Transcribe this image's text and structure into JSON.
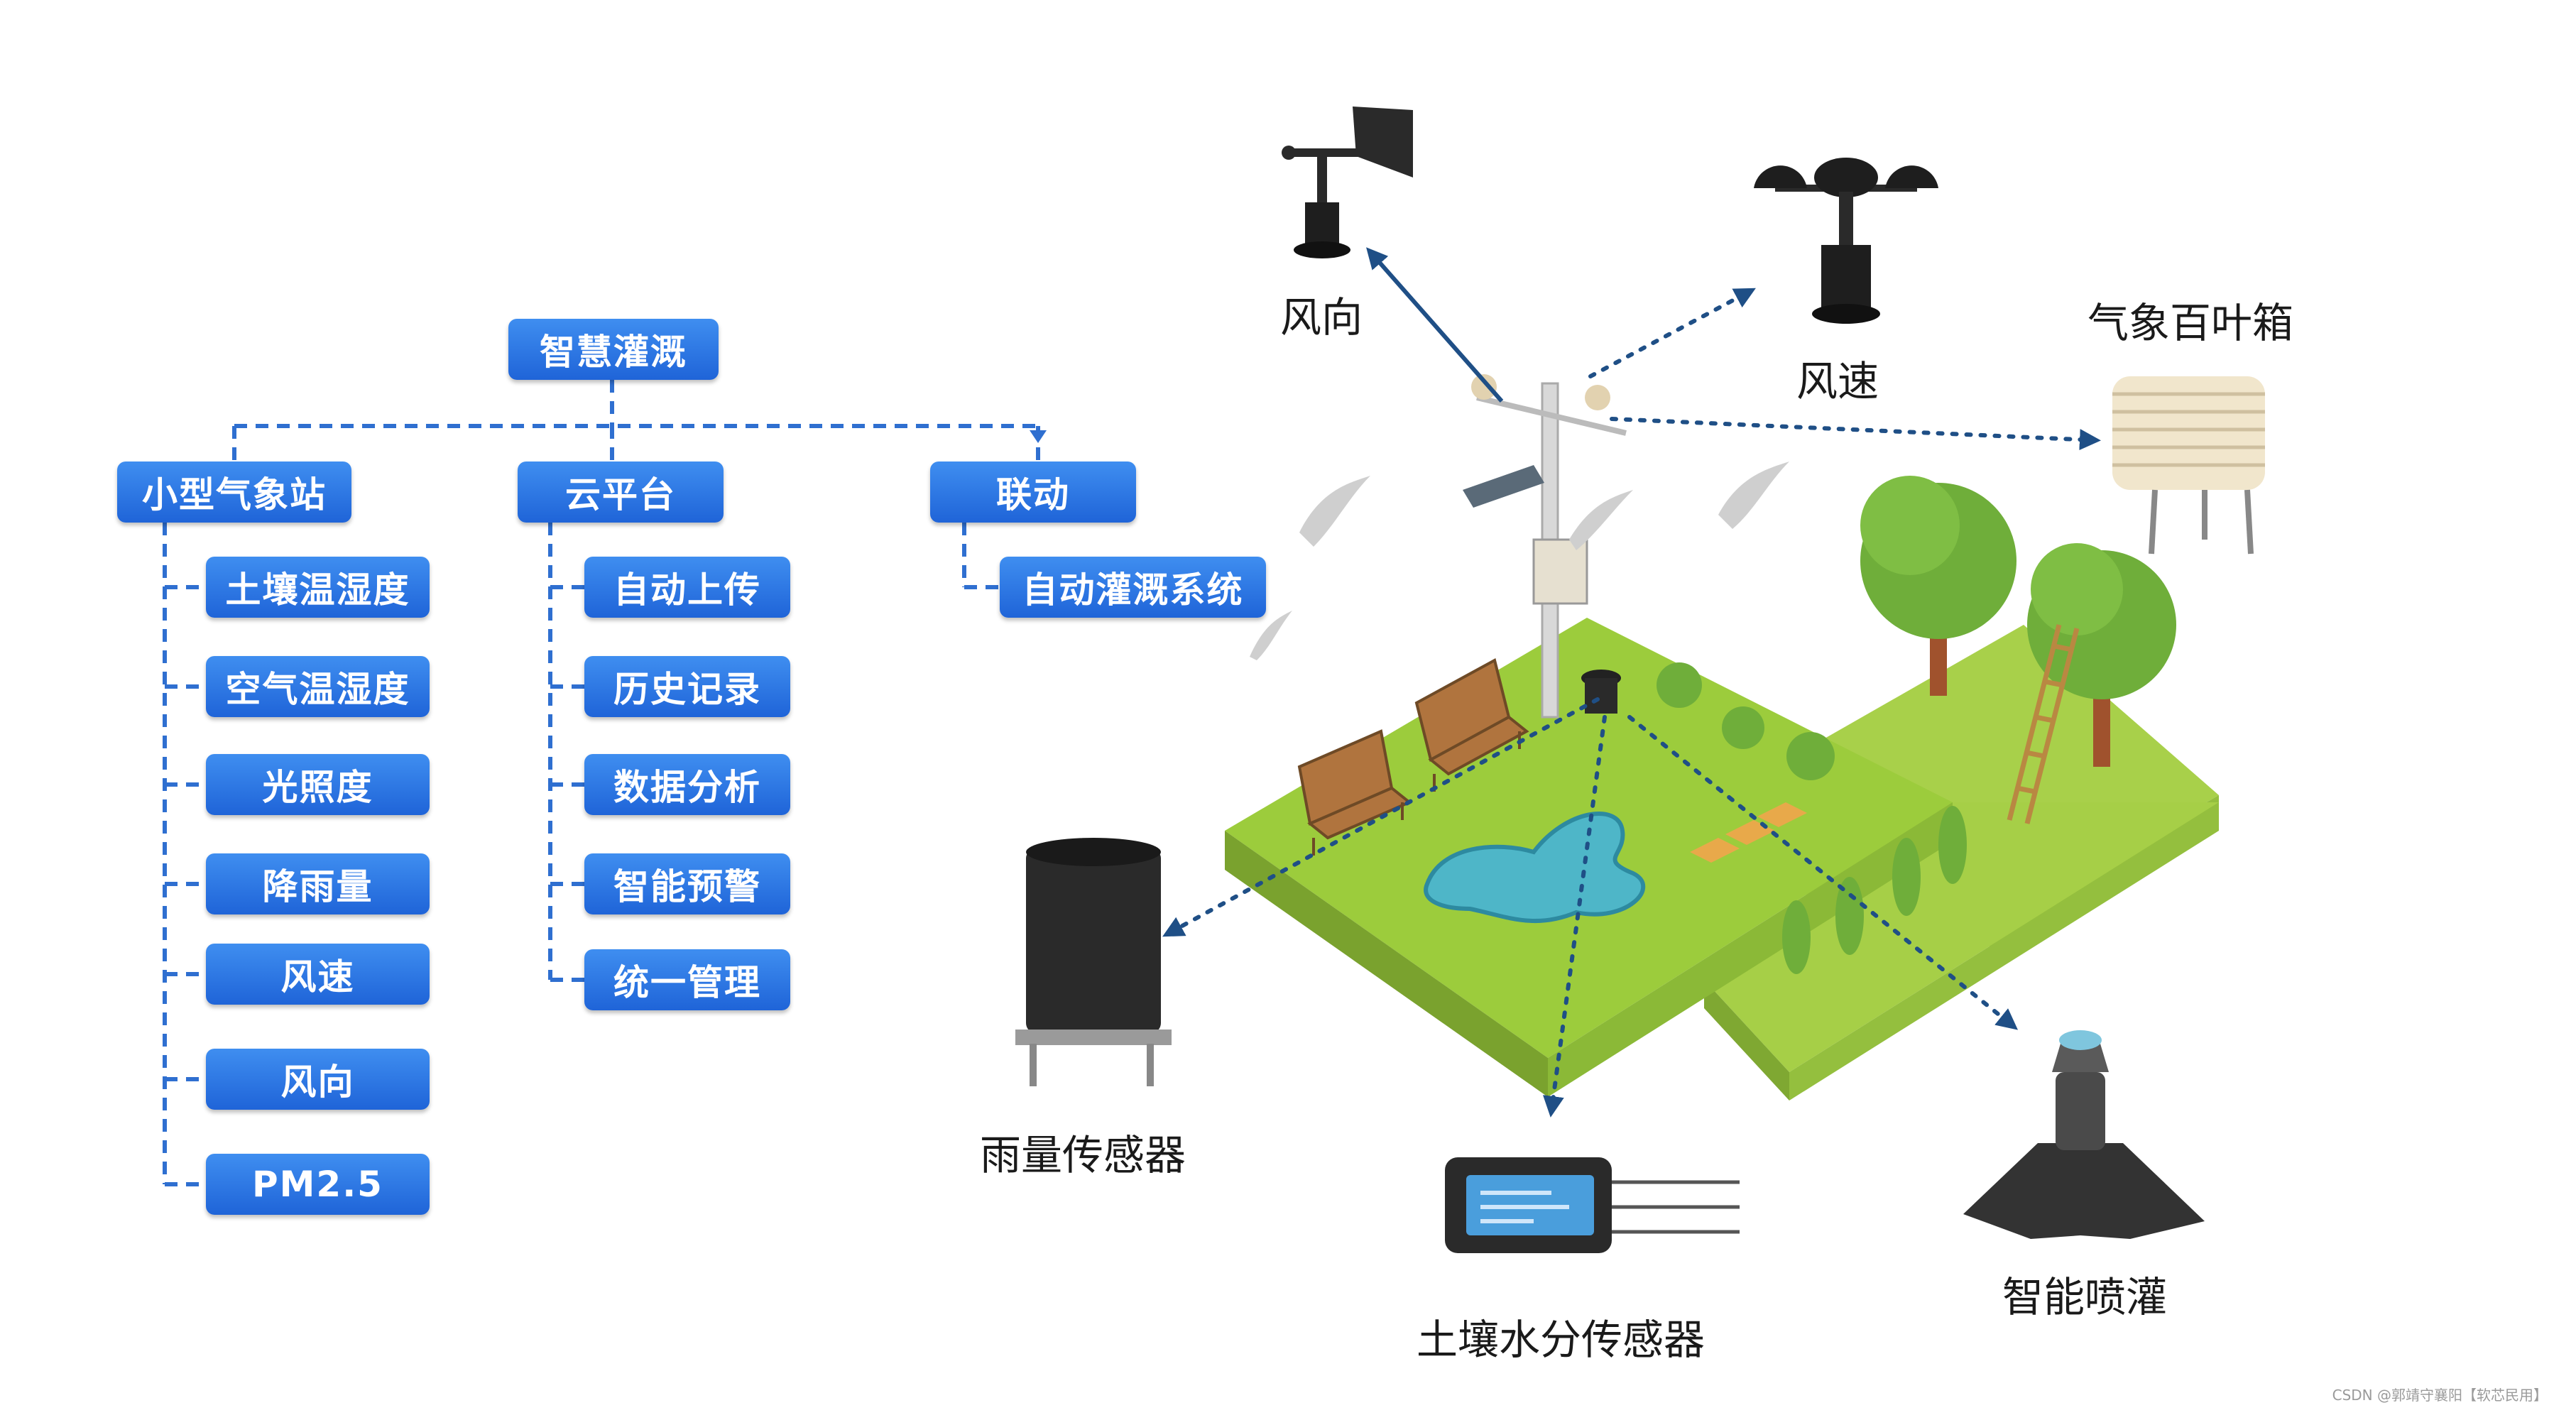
{
  "tree": {
    "root": "智慧灌溉",
    "branches": [
      {
        "label": "小型气象站",
        "children": [
          "土壤温湿度",
          "空气温湿度",
          "光照度",
          "降雨量",
          "风速",
          "风向",
          "PM2.5"
        ]
      },
      {
        "label": "云平台",
        "children": [
          "自动上传",
          "历史记录",
          "数据分析",
          "智能预警",
          "统一管理"
        ]
      },
      {
        "label": "联动",
        "children": [
          "自动灌溉系统"
        ]
      }
    ]
  },
  "devices": {
    "wind_direction": "风向",
    "wind_speed": "风速",
    "louver_box": "气象百叶箱",
    "rain_sensor": "雨量传感器",
    "soil_moisture_sensor": "土壤水分传感器",
    "smart_sprinkler": "智能喷灌"
  },
  "credit": "CSDN @郭靖守襄阳【软芯民用】",
  "colors": {
    "box_blue": "#2a76e6",
    "connector_blue": "#2f6fd0",
    "pointer_arrow": "#1f4f86",
    "grass": "#9ccc3c",
    "pond": "#4eb6c8",
    "tree": "#6fae3a"
  }
}
